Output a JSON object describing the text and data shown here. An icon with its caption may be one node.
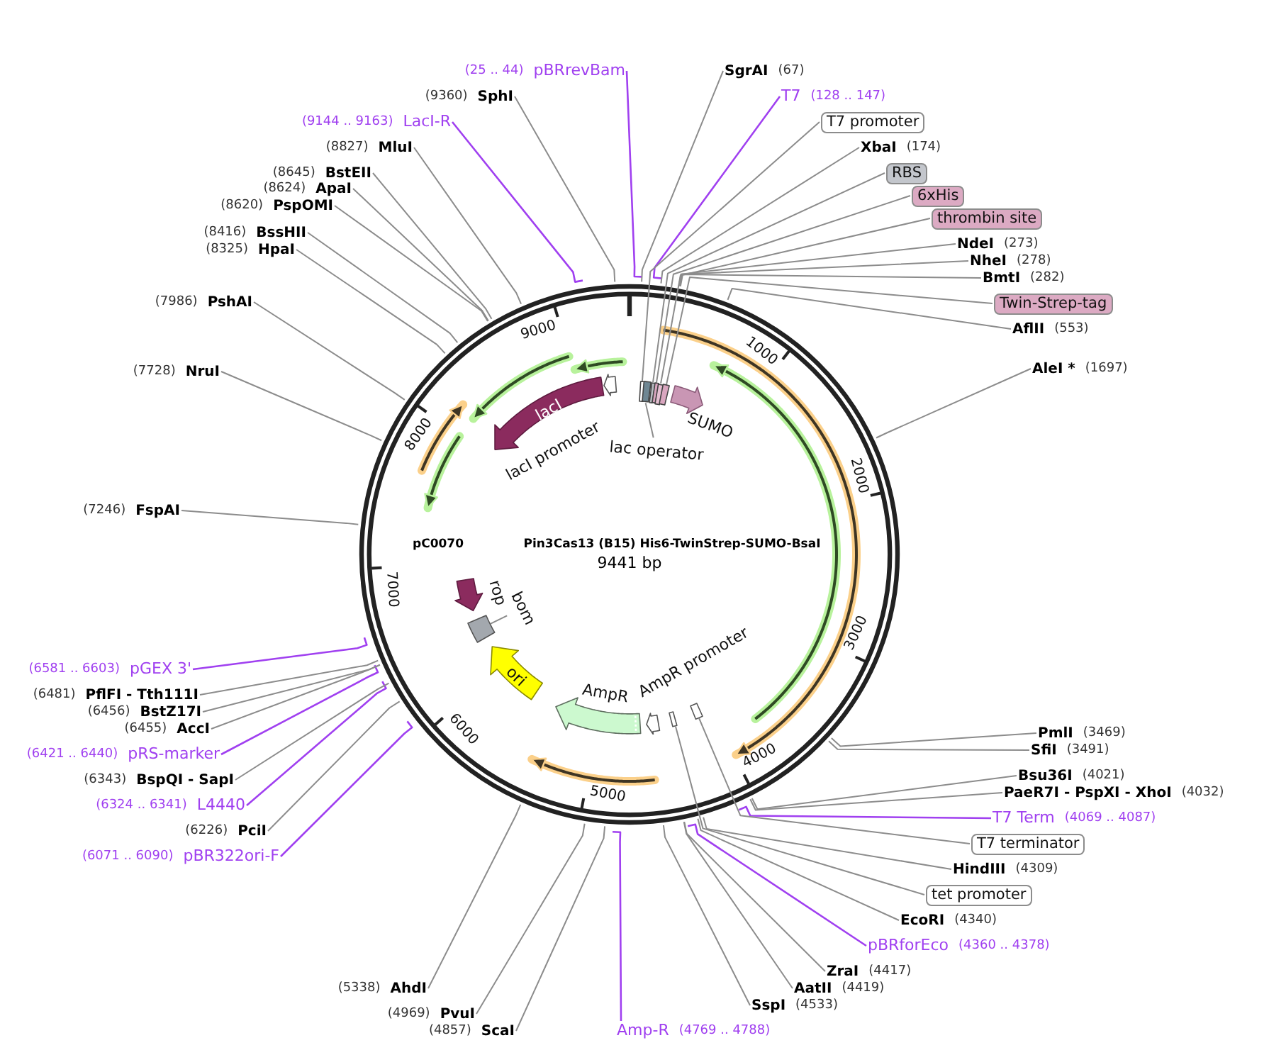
{
  "diagram": {
    "title": "Pin3Cas13 (B15) His6-TwinStrep-SUMO-BsaI",
    "nodes": [
      {
        "text": [
          "pBRrevBam"
        ],
        "beside": [
          "(25 .. 44)"
        ]
      },
      {
        "text": [
          "SgrAI"
        ],
        "beside": [
          "(67)"
        ]
      },
      {
        "text": [
          "T7"
        ],
        "beside": [
          "(128 .. 147)"
        ]
      },
      {
        "text": [
          "T7 promoter"
        ]
      },
      {
        "text": [
          "XbaI"
        ],
        "beside": [
          "(174)"
        ]
      },
      {
        "text": [
          "RBS"
        ]
      },
      {
        "text": [
          "6xHis"
        ]
      },
      {
        "text": [
          "thrombin site"
        ]
      },
      {
        "text": [
          "NdeI"
        ],
        "beside": [
          "(273)"
        ]
      },
      {
        "text": [
          "NheI"
        ],
        "beside": [
          "(278)"
        ]
      },
      {
        "text": [
          "BmtI"
        ],
        "beside": [
          "(282)"
        ]
      },
      {
        "text": [
          "Twin-Strep-tag"
        ]
      },
      {
        "text": [
          "AflII"
        ],
        "beside": [
          "(553)"
        ]
      },
      {
        "text": [
          "AleI *"
        ],
        "beside": [
          "(1697)"
        ]
      },
      {
        "text": [
          "PmlI"
        ],
        "beside": [
          "(3469)"
        ]
      },
      {
        "text": [
          "SfiI"
        ],
        "beside": [
          "(3491)"
        ]
      },
      {
        "text": [
          "Bsu36I"
        ],
        "beside": [
          "(4021)"
        ]
      },
      {
        "text": [
          "PaeR7I - PspXI - XhoI"
        ],
        "beside": [
          "(4032)"
        ]
      },
      {
        "text": [
          "T7 Term"
        ],
        "beside": [
          "(4069 .. 4087)"
        ]
      },
      {
        "text": [
          "T7 terminator"
        ]
      },
      {
        "text": [
          "HindIII"
        ],
        "beside": [
          "(4309)"
        ]
      },
      {
        "text": [
          "tet promoter"
        ]
      },
      {
        "text": [
          "EcoRI"
        ],
        "beside": [
          "(4340)"
        ]
      },
      {
        "text": [
          "pBRforEco"
        ],
        "beside": [
          "(4360 .. 4378)"
        ]
      },
      {
        "text": [
          "ZraI"
        ],
        "beside": [
          "(4417)"
        ]
      },
      {
        "text": [
          "AatII"
        ],
        "beside": [
          "(4419)"
        ]
      },
      {
        "text": [
          "SspI"
        ],
        "beside": [
          "(4533)"
        ]
      },
      {
        "text": [
          "Amp-R"
        ],
        "beside": [
          "(4769 .. 4788)"
        ]
      },
      {
        "text": [
          "ScaI"
        ],
        "beside": [
          "(4857)"
        ]
      },
      {
        "text": [
          "PvuI"
        ],
        "beside": [
          "(4969)"
        ]
      },
      {
        "text": [
          "AhdI"
        ],
        "beside": [
          "(5338)"
        ]
      },
      {
        "text": [
          "pBR322ori-F"
        ],
        "beside": [
          "(6071 .. 6090)"
        ]
      },
      {
        "text": [
          "PciI"
        ],
        "beside": [
          "(6226)"
        ]
      },
      {
        "text": [
          "L4440"
        ],
        "beside": [
          "(6324 .. 6341)"
        ]
      },
      {
        "text": [
          "BspQI - SapI"
        ],
        "beside": [
          "(6343)"
        ]
      },
      {
        "text": [
          "pRS-marker"
        ],
        "beside": [
          "(6421 .. 6440)"
        ]
      },
      {
        "text": [
          "AccI"
        ],
        "beside": [
          "(6455)"
        ]
      },
      {
        "text": [
          "BstZ17I"
        ],
        "beside": [
          "(6456)"
        ]
      },
      {
        "text": [
          "PflFI - Tth111I"
        ],
        "beside": [
          "(6481)"
        ]
      },
      {
        "text": [
          "pGEX 3'"
        ],
        "beside": [
          "(6581 .. 6603)"
        ]
      },
      {
        "text": [
          "FspAI"
        ],
        "beside": [
          "(7246)"
        ]
      },
      {
        "text": [
          "NruI"
        ],
        "beside": [
          "(7728)"
        ]
      },
      {
        "text": [
          "PshAI"
        ],
        "beside": [
          "(7986)"
        ]
      },
      {
        "text": [
          "HpaI"
        ],
        "beside": [
          "(8325)"
        ]
      },
      {
        "text": [
          "BssHII"
        ],
        "beside": [
          "(8416)"
        ]
      },
      {
        "text": [
          "PspOMI"
        ],
        "beside": [
          "(8620)"
        ]
      },
      {
        "text": [
          "ApaI"
        ],
        "beside": [
          "(8624)"
        ]
      },
      {
        "text": [
          "BstEII"
        ],
        "beside": [
          "(8645)"
        ]
      },
      {
        "text": [
          "MluI"
        ],
        "beside": [
          "(8827)"
        ]
      },
      {
        "text": [
          "LacI-R"
        ],
        "beside": [
          "(9144 .. 9163)"
        ]
      },
      {
        "text": [
          "SphI"
        ],
        "beside": [
          "(9360)"
        ]
      },
      {
        "text": [
          "lacI"
        ]
      },
      {
        "text": [
          "lacI promoter"
        ]
      },
      {
        "text": [
          "lac operator"
        ]
      },
      {
        "text": [
          "SUMO"
        ]
      },
      {
        "text": [
          "rop"
        ]
      },
      {
        "text": [
          "bom"
        ]
      },
      {
        "text": [],
        "shape": "box"
      },
      {
        "text": [
          "ori"
        ]
      },
      {
        "text": [
          "AmpR"
        ]
      },
      {
        "text": [
          "AmpR promoter"
        ]
      },
      {
        "text": [],
        "shape": "box"
      },
      {
        "text": [],
        "shape": "box"
      },
      {
        "text": [],
        "shape": "box"
      },
      {
        "text": [],
        "shape": "box"
      },
      {
        "text": [],
        "shape": "box"
      },
      {
        "text": [],
        "shape": "box"
      },
      {
        "text": [],
        "shape": "box"
      },
      {
        "text": [],
        "shape": "box"
      }
    ],
    "edges": [
      {
        "from": 0,
        "to": null,
        "arrow": "none",
        "color": "#a040f0"
      },
      {
        "from": 1,
        "to": null,
        "arrow": "none"
      },
      {
        "from": 2,
        "to": null,
        "arrow": "none",
        "color": "#a040f0"
      },
      {
        "from": 3,
        "to": 61,
        "arrow": "none"
      },
      {
        "from": 4,
        "to": null,
        "arrow": "none"
      },
      {
        "from": 5,
        "to": 63,
        "arrow": "none"
      },
      {
        "from": 6,
        "to": 64,
        "arrow": "none"
      },
      {
        "from": 7,
        "to": 65,
        "arrow": "none"
      },
      {
        "from": 8,
        "to": null,
        "arrow": "none"
      },
      {
        "from": 9,
        "to": null,
        "arrow": "none"
      },
      {
        "from": 10,
        "to": null,
        "arrow": "none"
      },
      {
        "from": 11,
        "to": 66,
        "arrow": "none"
      },
      {
        "from": 12,
        "to": null,
        "arrow": "none"
      },
      {
        "from": 13,
        "to": null,
        "arrow": "none"
      },
      {
        "from": 14,
        "to": null,
        "arrow": "none"
      },
      {
        "from": 15,
        "to": null,
        "arrow": "none"
      },
      {
        "from": 16,
        "to": null,
        "arrow": "none"
      },
      {
        "from": 17,
        "to": null,
        "arrow": "none"
      },
      {
        "from": 18,
        "to": null,
        "arrow": "none",
        "color": "#a040f0"
      },
      {
        "from": 19,
        "to": 67,
        "arrow": "none"
      },
      {
        "from": 20,
        "to": null,
        "arrow": "none"
      },
      {
        "from": 21,
        "to": 68,
        "arrow": "none"
      },
      {
        "from": 22,
        "to": null,
        "arrow": "none"
      },
      {
        "from": 23,
        "to": null,
        "arrow": "none",
        "color": "#a040f0"
      },
      {
        "from": 24,
        "to": null,
        "arrow": "none"
      },
      {
        "from": 25,
        "to": null,
        "arrow": "none"
      },
      {
        "from": 26,
        "to": null,
        "arrow": "none"
      },
      {
        "from": 27,
        "to": null,
        "arrow": "none",
        "color": "#a040f0"
      },
      {
        "from": 28,
        "to": null,
        "arrow": "none"
      },
      {
        "from": 29,
        "to": null,
        "arrow": "none"
      },
      {
        "from": 30,
        "to": null,
        "arrow": "none"
      },
      {
        "from": 31,
        "to": null,
        "arrow": "none",
        "color": "#a040f0"
      },
      {
        "from": 32,
        "to": null,
        "arrow": "none"
      },
      {
        "from": 33,
        "to": null,
        "arrow": "none",
        "color": "#a040f0"
      },
      {
        "from": 34,
        "to": null,
        "arrow": "none"
      },
      {
        "from": 35,
        "to": null,
        "arrow": "none",
        "color": "#a040f0"
      },
      {
        "from": 36,
        "to": null,
        "arrow": "none"
      },
      {
        "from": 37,
        "to": null,
        "arrow": "none"
      },
      {
        "from": 38,
        "to": null,
        "arrow": "none"
      },
      {
        "from": 39,
        "to": null,
        "arrow": "none",
        "color": "#a040f0"
      },
      {
        "from": 40,
        "to": null,
        "arrow": "none"
      },
      {
        "from": 41,
        "to": null,
        "arrow": "none"
      },
      {
        "from": 42,
        "to": null,
        "arrow": "none"
      },
      {
        "from": 43,
        "to": null,
        "arrow": "none"
      },
      {
        "from": 44,
        "to": null,
        "arrow": "none"
      },
      {
        "from": 45,
        "to": null,
        "arrow": "none"
      },
      {
        "from": 46,
        "to": null,
        "arrow": "none"
      },
      {
        "from": 47,
        "to": null,
        "arrow": "none"
      },
      {
        "from": 48,
        "to": null,
        "arrow": "none"
      },
      {
        "from": 49,
        "to": null,
        "arrow": "none",
        "color": "#a040f0"
      },
      {
        "from": 50,
        "to": null,
        "arrow": "none"
      },
      {
        "from": 53,
        "to": 62,
        "arrow": "none"
      },
      {
        "from": 56,
        "to": 57,
        "arrow": "none"
      }
    ],
    "labels": [
      "pC0070",
      "9441 bp",
      "1000",
      "2000",
      "3000",
      "4000",
      "5000",
      "6000",
      "7000",
      "8000",
      "9000"
    ]
  }
}
